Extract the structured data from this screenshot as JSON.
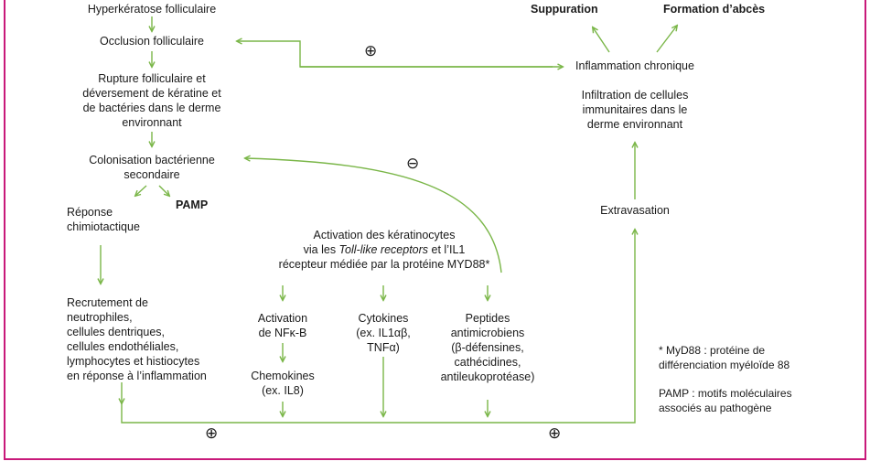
{
  "colors": {
    "arrow": "#7ab648",
    "frame": "#c8197a",
    "text": "#1a1a1a"
  },
  "nodes": {
    "hyperkeratose": "Hyperkératose folliculaire",
    "occlusion": "Occlusion folliculaire",
    "rupture": [
      "Rupture folliculaire et",
      "déversement de kératine et",
      "de bactéries dans le derme",
      "environnant"
    ],
    "colonisation": [
      "Colonisation bactérienne",
      "secondaire"
    ],
    "reponse": [
      "Réponse",
      "chimiotactique"
    ],
    "pamp": "PAMP",
    "recrutement": [
      "Recrutement de",
      "neutrophiles,",
      "cellules dentriques,",
      "cellules endothéliales,",
      "lymphocytes et histiocytes",
      "en réponse à l’inflammation"
    ],
    "activation_title": {
      "line1": "Activation des kératinocytes",
      "line2_pre": "via les ",
      "line2_em": "Toll-like receptors",
      "line2_post": " et l’IL1",
      "line3": "récepteur médiée par la protéine MYD88*"
    },
    "nfkb": [
      "Activation",
      "de NFκ-B"
    ],
    "chemokines": [
      "Chemokines",
      "(ex. IL8)"
    ],
    "cytokines": [
      "Cytokines",
      "(ex. IL1αβ,",
      "TNFα)"
    ],
    "peptides": [
      "Peptides",
      "antimicrobiens",
      "(β-défensines,",
      "cathécidines,",
      "antileukoprotéase)"
    ],
    "extravasation": "Extravasation",
    "infiltration": [
      "Infiltration de cellules",
      "immunitaires dans le",
      "derme environnant"
    ],
    "inflammation_chronique": "Inflammation chronique",
    "suppuration": "Suppuration",
    "abces": "Formation d’abcès"
  },
  "signs": {
    "plus": "⊕",
    "minus": "⊖"
  },
  "footnotes": {
    "myd88": [
      "* MyD88 : protéine de",
      "différenciation myéloïde 88"
    ],
    "pamp": [
      "PAMP : motifs moléculaires",
      "associés au pathogène"
    ]
  }
}
